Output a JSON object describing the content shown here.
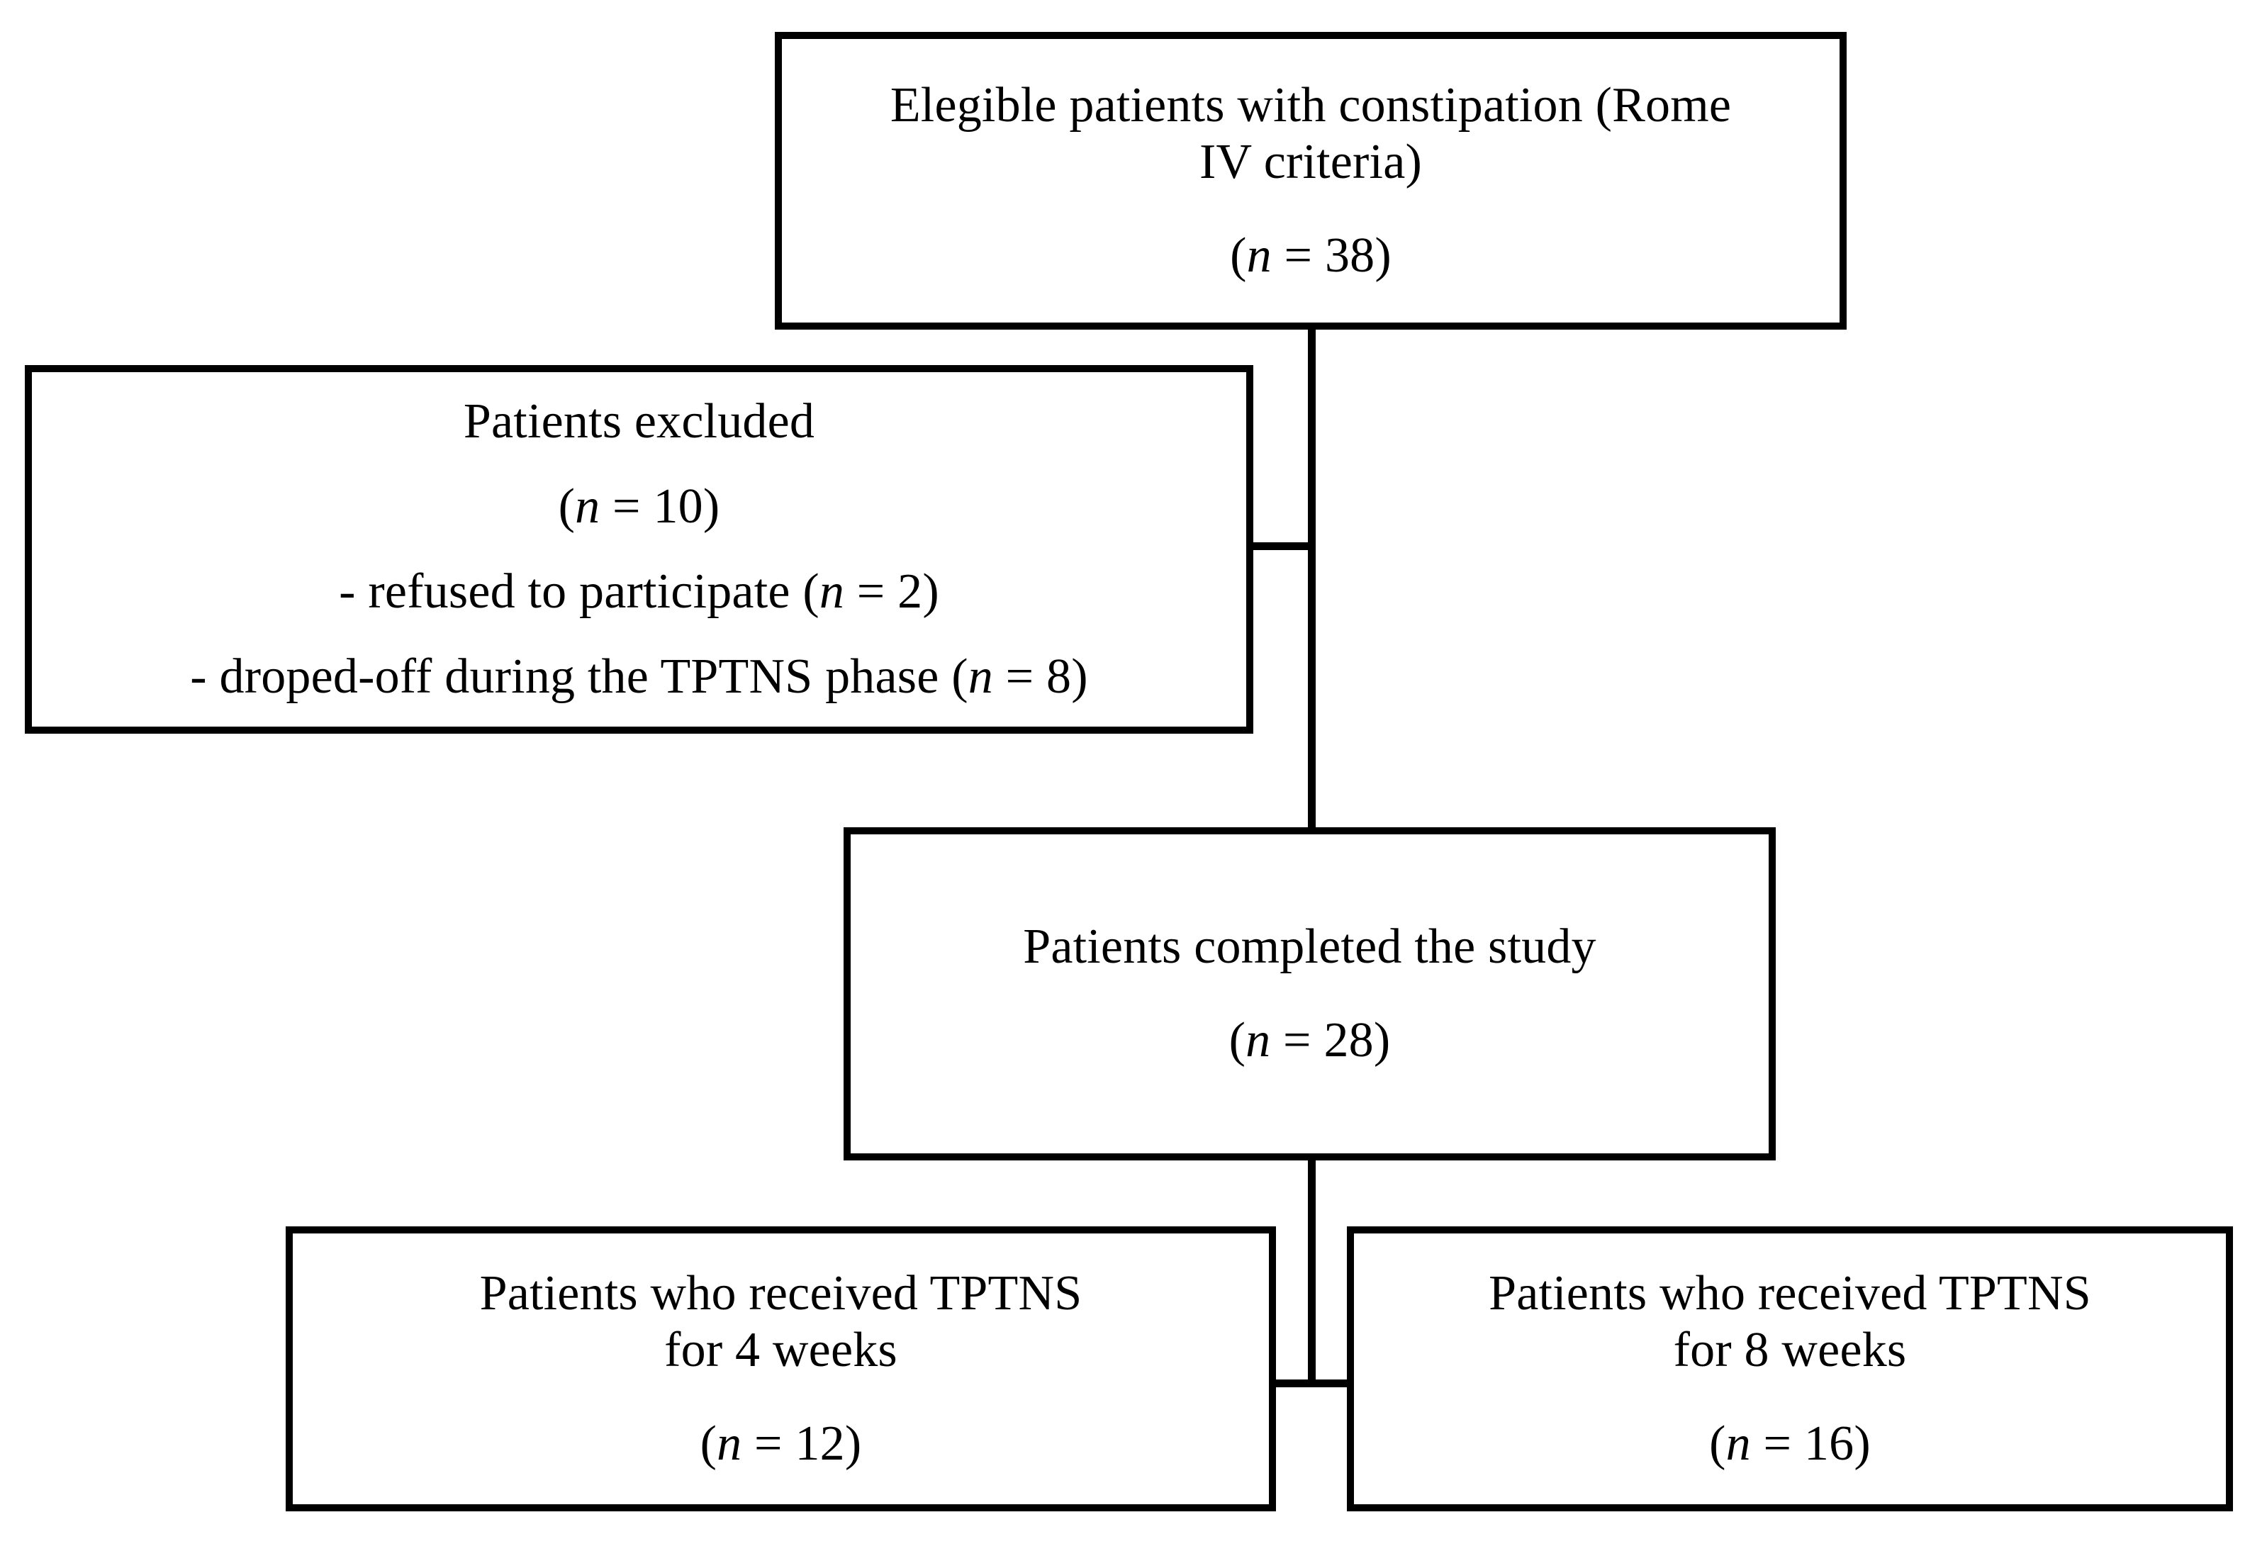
{
  "diagram": {
    "type": "flowchart",
    "title": "Study participant flow",
    "colors": {
      "box_border": "#000000",
      "box_fill": "#ffffff",
      "connector": "#000000",
      "text": "#000000"
    },
    "nodes": [
      {
        "id": "eligible",
        "name": "eligible-patients-box",
        "lines": [
          "Elegible patients with constipation (Rome",
          "IV criteria)"
        ],
        "count_prefix": "(",
        "count_var": "n",
        "count_eq": " = ",
        "count_value": "38",
        "count_suffix": ")"
      },
      {
        "id": "excluded",
        "name": "patients-excluded-box",
        "lines": [
          "Patients excluded"
        ],
        "count_prefix": "(",
        "count_var": "n",
        "count_eq": " = ",
        "count_value": "10",
        "count_suffix": ")",
        "reasons": [
          {
            "text": "- refused to participate ",
            "prefix": "(",
            "var": "n",
            "eq": " = ",
            "value": "2",
            "suffix": ")"
          },
          {
            "text": "- droped-off during the TPTNS phase ",
            "prefix": "(",
            "var": "n",
            "eq": " = ",
            "value": "8",
            "suffix": ")"
          }
        ]
      },
      {
        "id": "completed",
        "name": "patients-completed-box",
        "lines": [
          "Patients completed the study"
        ],
        "count_prefix": "(",
        "count_var": "n",
        "count_eq": " = ",
        "count_value": "28",
        "count_suffix": ")"
      },
      {
        "id": "arm4",
        "name": "tptns-4-weeks-box",
        "lines": [
          "Patients who received TPTNS",
          "for 4 weeks"
        ],
        "count_prefix": "(",
        "count_var": "n",
        "count_eq": " = ",
        "count_value": "12",
        "count_suffix": ")"
      },
      {
        "id": "arm8",
        "name": "tptns-8-weeks-box",
        "lines": [
          "Patients who received TPTNS",
          "for 8 weeks"
        ],
        "count_prefix": "(",
        "count_var": "n",
        "count_eq": " = ",
        "count_value": "16",
        "count_suffix": ")"
      }
    ],
    "edges": [
      {
        "name": "eligible-to-completed",
        "from": "eligible",
        "to": "completed",
        "style": "vertical"
      },
      {
        "name": "excluded-branch",
        "from": "spine",
        "to": "excluded",
        "style": "horizontal"
      },
      {
        "name": "completed-to-arms",
        "from": "completed",
        "to": "arm4-arm8",
        "style": "vertical-split"
      }
    ]
  }
}
